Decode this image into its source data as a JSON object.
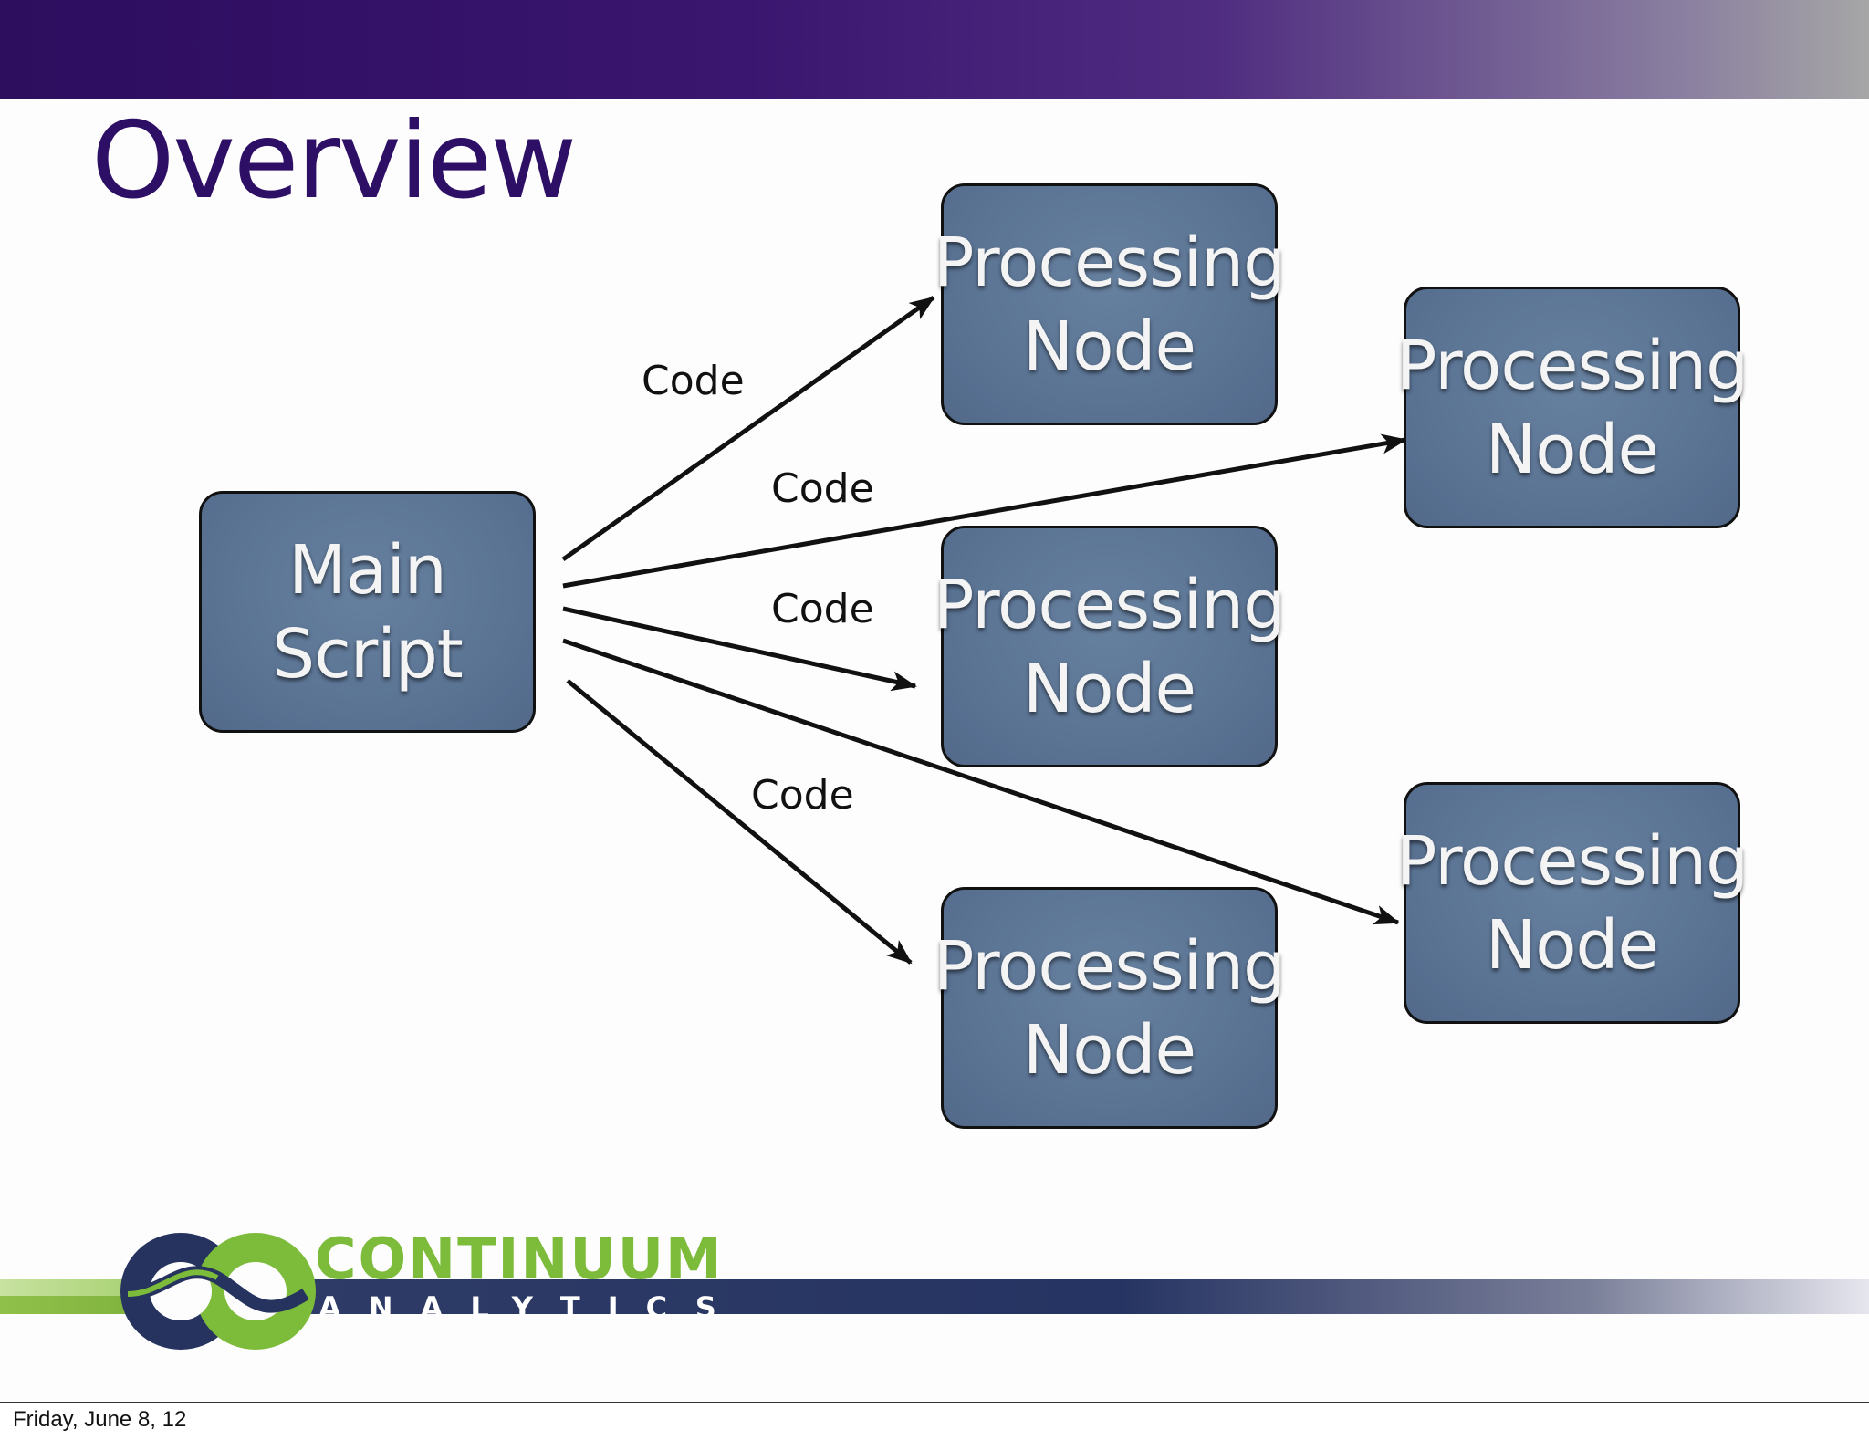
{
  "slide": {
    "title": "Overview"
  },
  "diagram": {
    "source": {
      "line1": "Main",
      "line2": "Script"
    },
    "targets": [
      {
        "line1": "Processing",
        "line2": "Node"
      },
      {
        "line1": "Processing",
        "line2": "Node"
      },
      {
        "line1": "Processing",
        "line2": "Node"
      },
      {
        "line1": "Processing",
        "line2": "Node"
      },
      {
        "line1": "Processing",
        "line2": "Node"
      }
    ],
    "edge_labels": [
      "Code",
      "Code",
      "Code",
      "Code"
    ]
  },
  "branding": {
    "logo_word": "CONTINUUM",
    "logo_sub": "ANALYTICS",
    "colors": {
      "green": "#7dbb3a",
      "navy": "#26335e",
      "purple": "#2e0f66"
    }
  },
  "footer": {
    "date": "Friday, June 8, 12"
  }
}
